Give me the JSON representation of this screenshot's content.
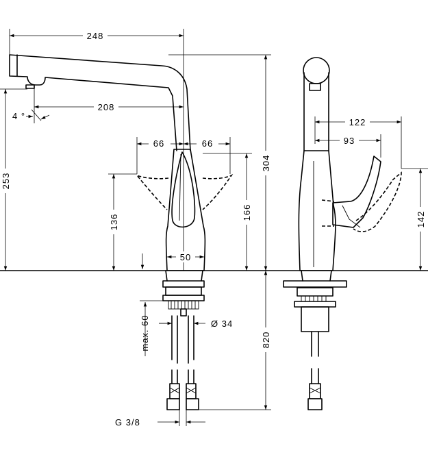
{
  "dimensions": {
    "d248": "248",
    "d208": "208",
    "d4deg": "4 °",
    "d253": "253",
    "d66_left": "66",
    "d66_right": "66",
    "d136": "136",
    "d166": "166",
    "d304": "304",
    "d50": "50",
    "d_max60": "max. 60",
    "d34": "Ø 34",
    "d820": "820",
    "d_g38": "G 3/8",
    "d122": "122",
    "d93": "93",
    "d142": "142"
  }
}
